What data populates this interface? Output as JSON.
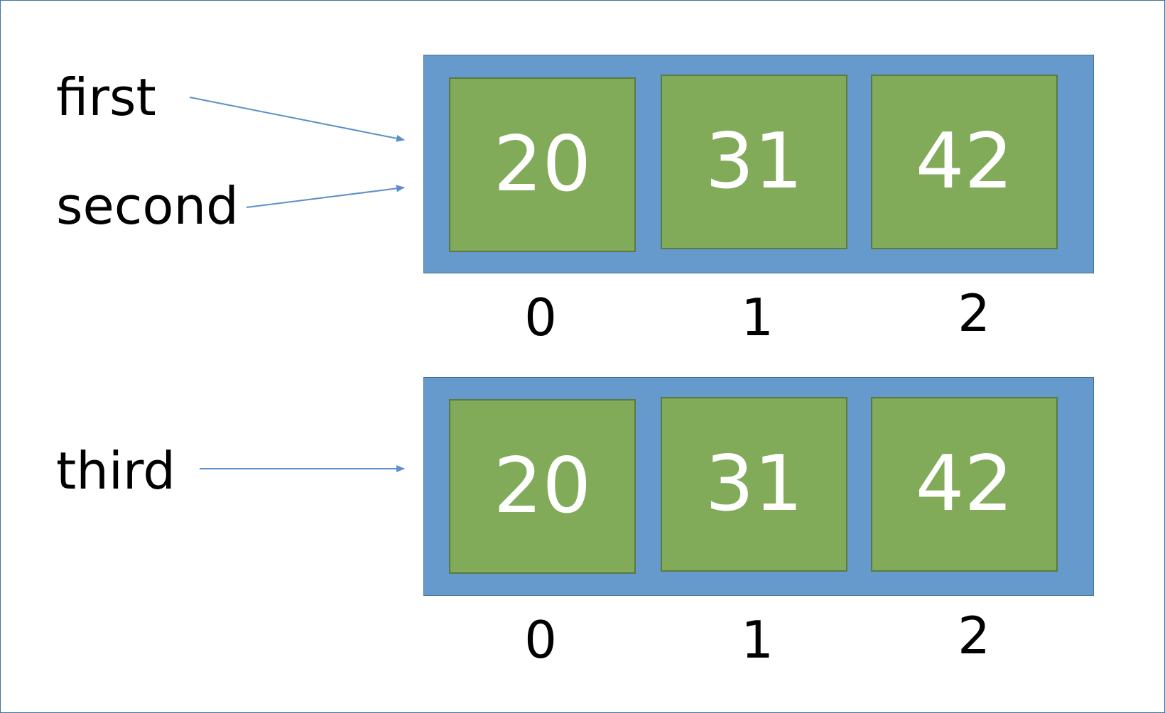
{
  "pointers": {
    "first": "first",
    "second": "second",
    "third": "third"
  },
  "arrays": [
    {
      "cells": [
        "20",
        "31",
        "42"
      ],
      "indices": [
        "0",
        "1",
        "2"
      ]
    },
    {
      "cells": [
        "20",
        "31",
        "42"
      ],
      "indices": [
        "0",
        "1",
        "2"
      ]
    }
  ],
  "colors": {
    "array_background": "#6699CC",
    "cell_background": "#81AA59",
    "arrow": "#5B8FC9"
  }
}
